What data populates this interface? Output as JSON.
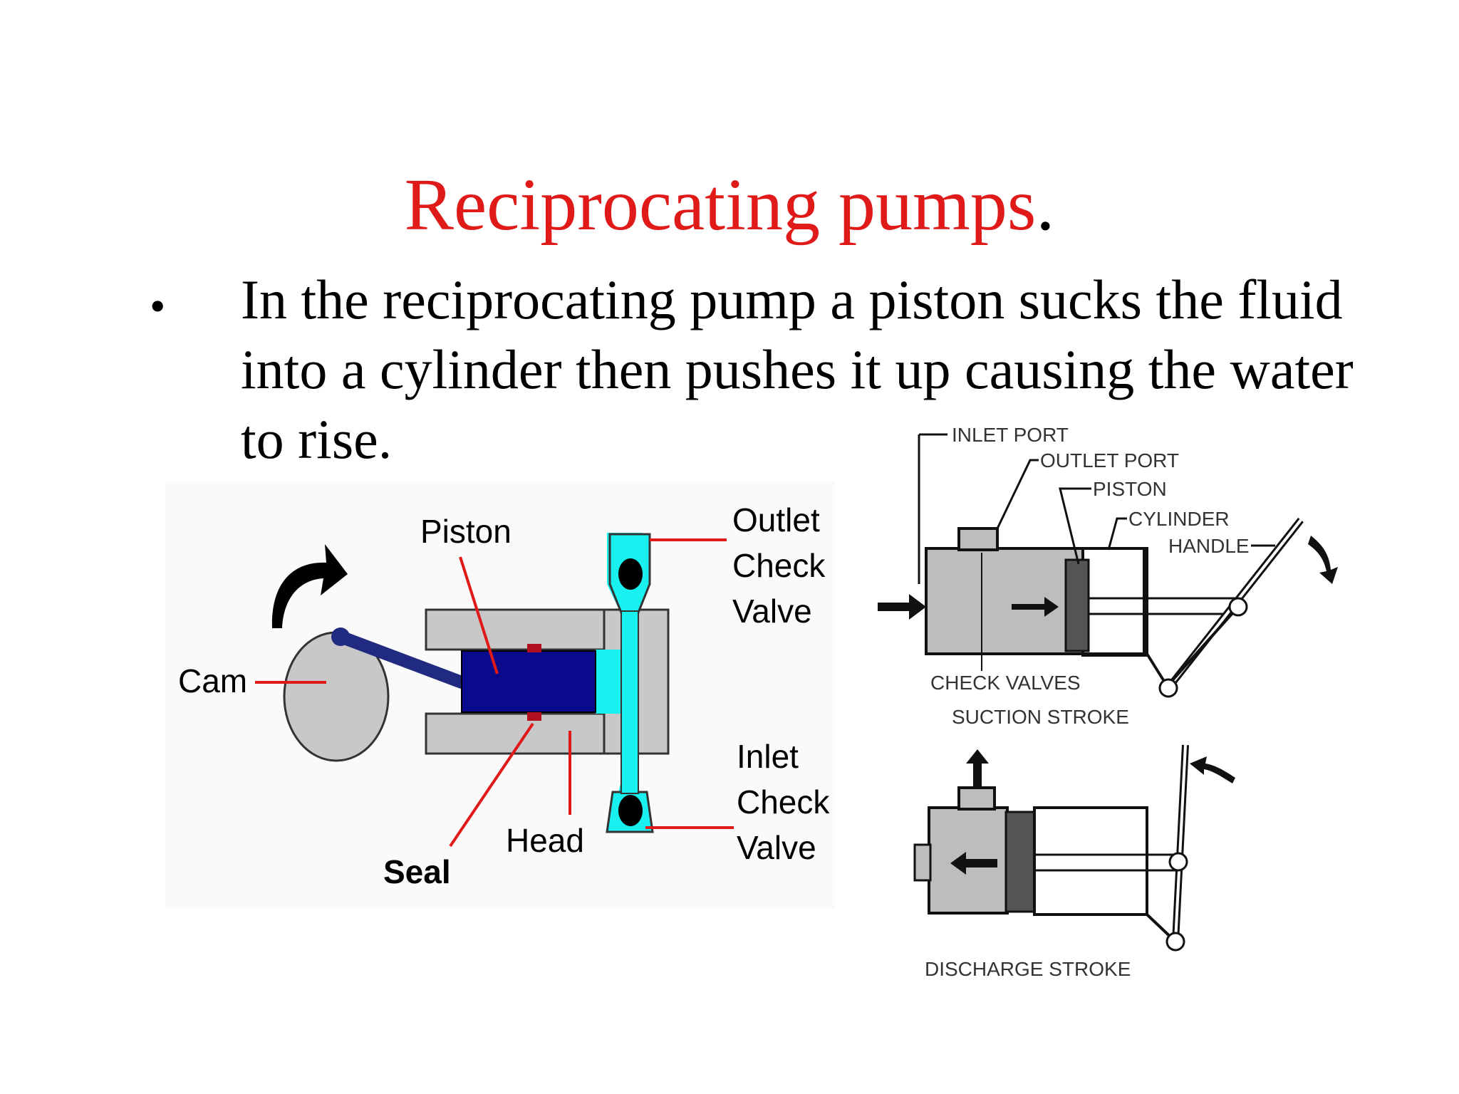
{
  "slide": {
    "title": "Reciprocating pumps",
    "title_period": ".",
    "bullet_marker": "•",
    "bullet_text": "In the reciprocating pump a piston sucks  the fluid into a cylinder then pushes it up causing the water to rise."
  },
  "left_diagram": {
    "labels": {
      "piston": "Piston",
      "cam": "Cam",
      "outlet_check_valve": [
        "Outlet",
        "Check",
        "Valve"
      ],
      "inlet_check_valve": [
        "Inlet",
        "Check",
        "Valve"
      ],
      "head": "Head",
      "seal": "Seal"
    },
    "colors": {
      "piston": "#0a0a8c",
      "fluid": "#19f0f0",
      "body": "#c8c8c8",
      "leader_lines": "#e01919",
      "seal": "#b01020"
    }
  },
  "right_diagram": {
    "labels": {
      "inlet_port": "INLET PORT",
      "outlet_port": "OUTLET PORT",
      "piston": "PISTON",
      "cylinder": "CYLINDER",
      "handle": "HANDLE",
      "check_valves": "CHECK VALVES",
      "suction_stroke": "SUCTION STROKE",
      "discharge_stroke": "DISCHARGE STROKE"
    }
  }
}
